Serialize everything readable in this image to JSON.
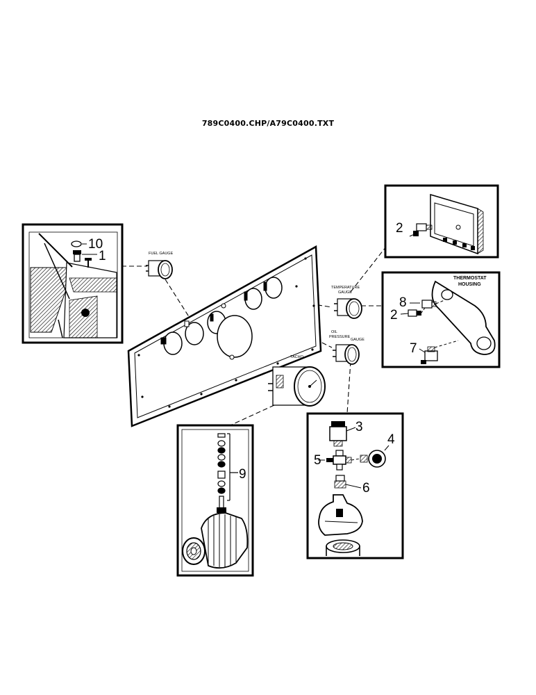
{
  "header": {
    "file_ref": "789C0400.CHP/A79C0400.TXT"
  },
  "labels": {
    "fuel_gauge": "FUEL GAUGE",
    "temperature_gauge_1": "TEMPERATURE",
    "temperature_gauge_2": "GAUGE",
    "oil_pressure_1": "OIL",
    "oil_pressure_2": "PRESSURE",
    "oil_pressure_3": "GAUGE",
    "tacho": "TACHO",
    "thermostat_1": "THERMOSTAT",
    "thermostat_2": "HOUSING"
  },
  "callouts": {
    "c1": "1",
    "c10": "10",
    "c2a": "2",
    "c2b": "2",
    "c8": "8",
    "c7": "7",
    "c3": "3",
    "c4": "4",
    "c5": "5",
    "c6": "6",
    "c9": "9"
  }
}
